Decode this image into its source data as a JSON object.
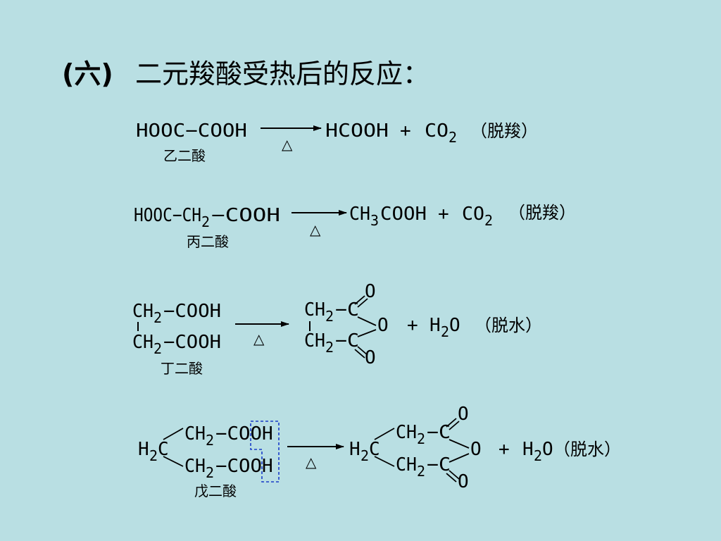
{
  "title": {
    "prefix": "(六)",
    "text": "二元羧酸受热后的反应："
  },
  "heat_symbol": "△",
  "reactions": [
    {
      "id": "oxalic",
      "reactant": "HOOC−COOH",
      "reactant_name": "乙二酸",
      "product_main": "HCOOH",
      "plus": "+",
      "byproduct": "CO",
      "byproduct_sub": "2",
      "type": "（脱羧）"
    },
    {
      "id": "malonic",
      "reactant_a": "HOOC−CH",
      "reactant_sub": "2",
      "reactant_b": "−COOH",
      "reactant_name": "丙二酸",
      "product_a": "CH",
      "product_sub": "3",
      "product_b": "COOH",
      "plus": "+",
      "byproduct": "CO",
      "byproduct_sub": "2",
      "type": "（脱羧）"
    },
    {
      "id": "succinic",
      "reactant_name": "丁二酸",
      "ch2": "CH",
      "sub2": "2",
      "cooh": "−COOH",
      "c_atom": "−C",
      "o_atom": "O",
      "plus": "+",
      "byproduct": "H",
      "byproduct_sub": "2",
      "byproduct_tail": "O",
      "type": "（脱水）"
    },
    {
      "id": "glutaric",
      "reactant_name": "戊二酸",
      "h2c": "H",
      "h2c_sub": "2",
      "h2c_tail": "C",
      "ch2": "CH",
      "sub2": "2",
      "coo": "−COO",
      "h": "H",
      "c_atom": "−C",
      "o_atom": "O",
      "plus": "+",
      "byproduct": "H",
      "byproduct_sub": "2",
      "byproduct_tail": "O",
      "type": "（脱水）"
    }
  ]
}
